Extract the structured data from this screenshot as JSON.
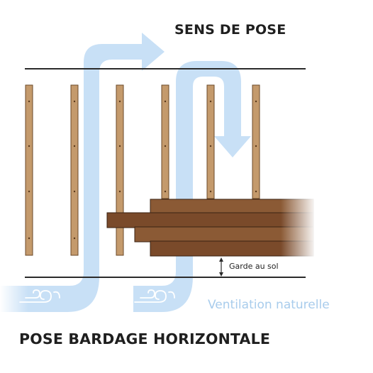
{
  "direction_label": "SENS DE POSE",
  "ground_clearance_label": "Garde au sol",
  "ventilation_label": "Ventilation naturelle",
  "caption": "POSE BARDAGE HORIZONTALE",
  "colors": {
    "airflow": "#c8e0f6",
    "batten": "#c49a6c",
    "board_dark": "#7a4a2a",
    "board_light": "#8b5a35",
    "line": "#2b2b2b",
    "text": "#1f1f1f",
    "ventilation_text": "#a8ccec"
  }
}
